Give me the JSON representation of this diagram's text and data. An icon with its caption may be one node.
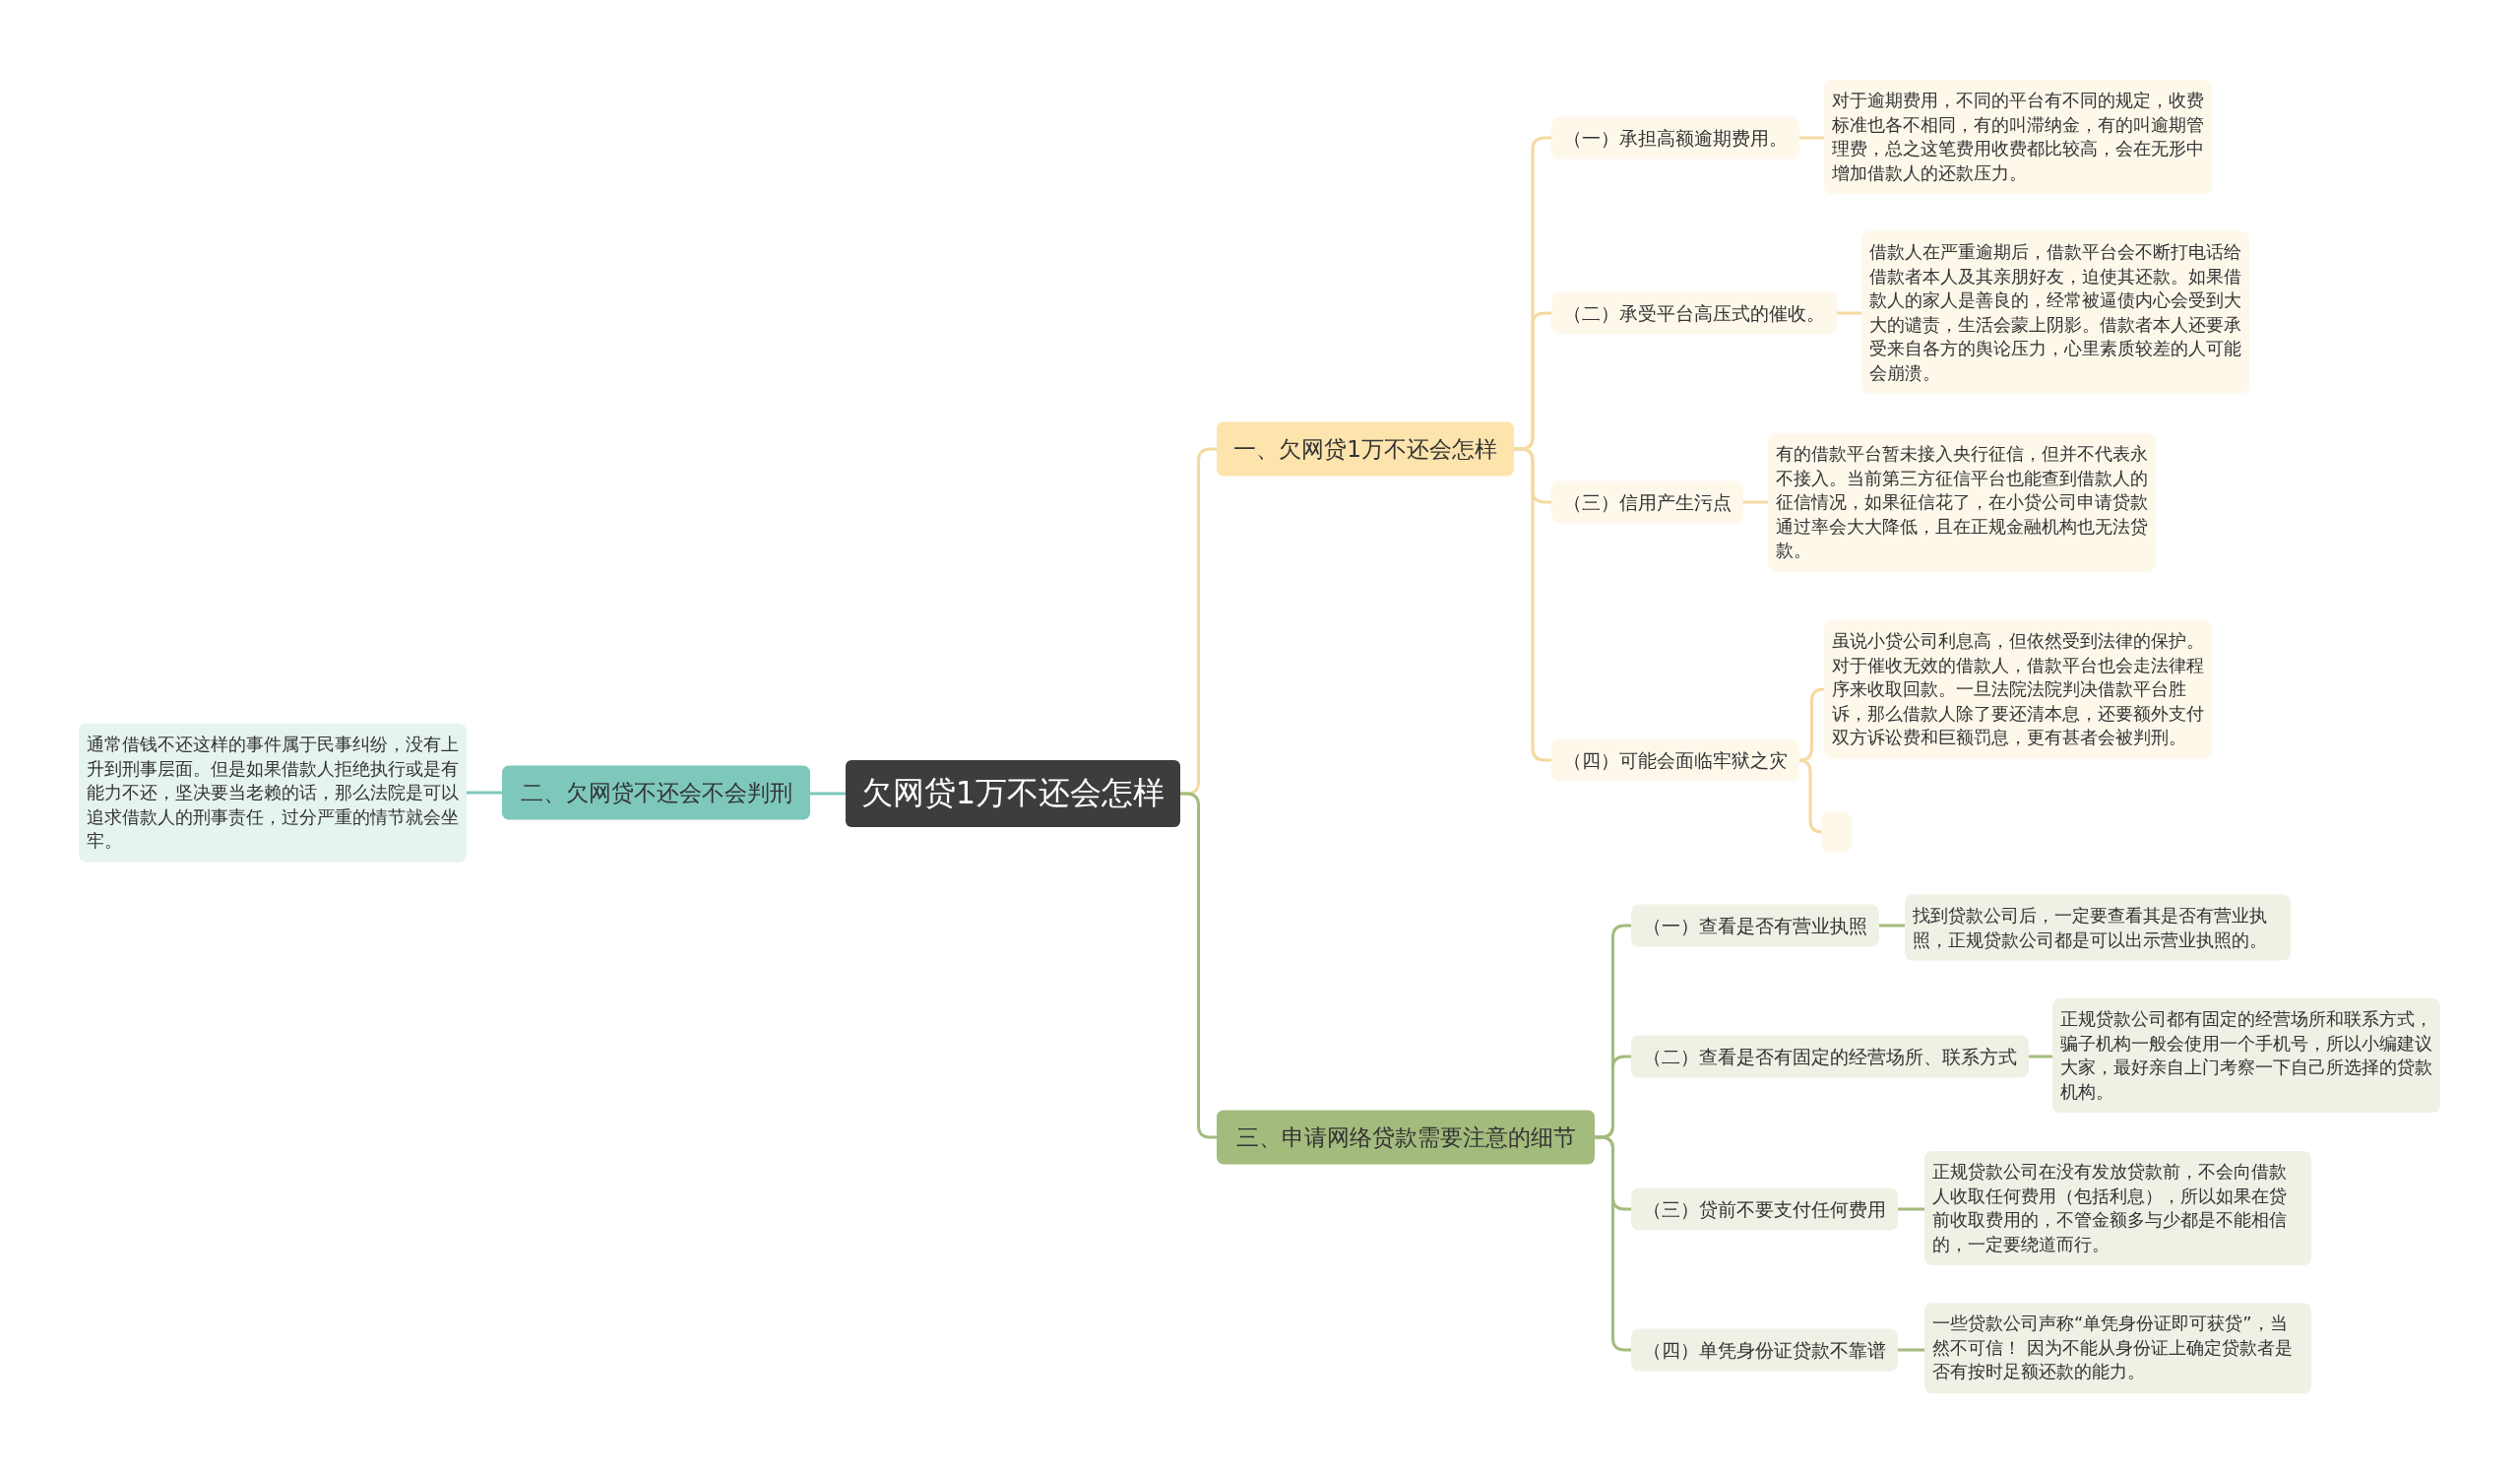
{
  "diagram": {
    "nodes": [
      {
        "text": [
          "欠网贷1万不还会怎样"
        ]
      },
      {
        "text": [
          "一、欠网贷1万不还会怎样"
        ]
      },
      {
        "text": [
          "（一）承担高额逾期费用。"
        ]
      },
      {
        "text": [
          "对于逾期费用，不同的平台有不同的规定，收费标准也各不相同，有的叫滞纳金，有的叫逾期管理费，总之这笔费用收费都比较高，会在无形中增加借款人的还款压力。"
        ]
      },
      {
        "text": [
          "（二）承受平台高压式的催收。"
        ]
      },
      {
        "text": [
          "借款人在严重逾期后，借款平台会不断打电话给借款者本人及其亲朋好友，迫使其还款。如果借款人的家人是善良的，经常被逼债内心会受到大大的谴责，生活会蒙上阴影。借款者本人还要承受来自各方的舆论压力，心里素质较差的人可能会崩溃。"
        ]
      },
      {
        "text": [
          "（三）信用产生污点"
        ]
      },
      {
        "text": [
          "有的借款平台暂未接入央行征信，但并不代表永不接入。当前第三方征信平台也能查到借款人的征信情况，如果征信花了，在小贷公司申请贷款通过率会大大降低，且在正规金融机构也无法贷款。"
        ]
      },
      {
        "text": [
          "（四）可能会面临牢狱之灾"
        ]
      },
      {
        "text": [
          "虽说小贷公司利息高，但依然受到法律的保护。对于催收无效的借款人，借款平台也会走法律程序来收取回款。一旦法院法院判决借款平台胜诉，那么借款人除了要还清本息，还要额外支付双方诉讼费和巨额罚息，更有甚者会被判刑。"
        ]
      },
      {
        "text": [],
        "shape": "box"
      },
      {
        "text": [
          "二、欠网贷不还会不会判刑"
        ]
      },
      {
        "text": [
          "通常借钱不还这样的事件属于民事纠纷，没有上升到刑事层面。但是如果借款人拒绝执行或是有能力不还，坚决要当老赖的话，那么法院是可以追求借款人的刑事责任，过分严重的情节就会坐牢。"
        ]
      },
      {
        "text": [
          "三、申请网络贷款需要注意的细节"
        ]
      },
      {
        "text": [
          "（一）查看是否有营业执照"
        ]
      },
      {
        "text": [
          "找到贷款公司后，一定要查看其是否有营业执照，正规贷款公司都是可以出示营业执照的。"
        ]
      },
      {
        "text": [
          "（二）查看是否有固定的经营场所、联系方式"
        ]
      },
      {
        "text": [
          "正规贷款公司都有固定的经营场所和联系方式，骗子机构一般会使用一个手机号，所以小编建议大家，最好亲自上门考察一下自己所选择的贷款机构。"
        ]
      },
      {
        "text": [
          "（三）贷前不要支付任何费用"
        ]
      },
      {
        "text": [
          "正规贷款公司在没有发放贷款前，不会向借款人收取任何费用（包括利息），所以如果在贷前收取费用的，不管金额多与少都是不能相信的，一定要绕道而行。"
        ]
      },
      {
        "text": [
          "（四）单凭身份证贷款不靠谱"
        ]
      },
      {
        "text": [
          "一些贷款公司声称“单凭身份证即可获贷”，当然不可信！ 因为不能从身份证上确定贷款者是否有按时足额还款的能力。"
        ]
      }
    ],
    "edges": [
      {
        "from": 0,
        "to": 1,
        "arrow": "none"
      },
      {
        "from": 1,
        "to": 2,
        "arrow": "none"
      },
      {
        "from": 2,
        "to": 3,
        "arrow": "none"
      },
      {
        "from": 1,
        "to": 4,
        "arrow": "none"
      },
      {
        "from": 4,
        "to": 5,
        "arrow": "none"
      },
      {
        "from": 1,
        "to": 6,
        "arrow": "none"
      },
      {
        "from": 6,
        "to": 7,
        "arrow": "none"
      },
      {
        "from": 1,
        "to": 8,
        "arrow": "none"
      },
      {
        "from": 8,
        "to": 9,
        "arrow": "none"
      },
      {
        "from": 8,
        "to": 10,
        "arrow": "none"
      },
      {
        "from": 0,
        "to": 11,
        "arrow": "none",
        "color": "#7ec8bb"
      },
      {
        "from": 11,
        "to": 12,
        "arrow": "none",
        "color": "#7ec8bb"
      },
      {
        "from": 0,
        "to": 13,
        "arrow": "none",
        "color": "#a3bb7d"
      },
      {
        "from": 13,
        "to": 14,
        "arrow": "none",
        "color": "#a3bb7d"
      },
      {
        "from": 14,
        "to": 15,
        "arrow": "none",
        "color": "#a3bb7d"
      },
      {
        "from": 13,
        "to": 16,
        "arrow": "none",
        "color": "#a3bb7d"
      },
      {
        "from": 16,
        "to": 17,
        "arrow": "none",
        "color": "#a3bb7d"
      },
      {
        "from": 13,
        "to": 18,
        "arrow": "none",
        "color": "#a3bb7d"
      },
      {
        "from": 18,
        "to": 19,
        "arrow": "none",
        "color": "#a3bb7d"
      },
      {
        "from": 13,
        "to": 20,
        "arrow": "none",
        "color": "#a3bb7d"
      },
      {
        "from": 20,
        "to": 21,
        "arrow": "none",
        "color": "#a3bb7d"
      }
    ]
  }
}
